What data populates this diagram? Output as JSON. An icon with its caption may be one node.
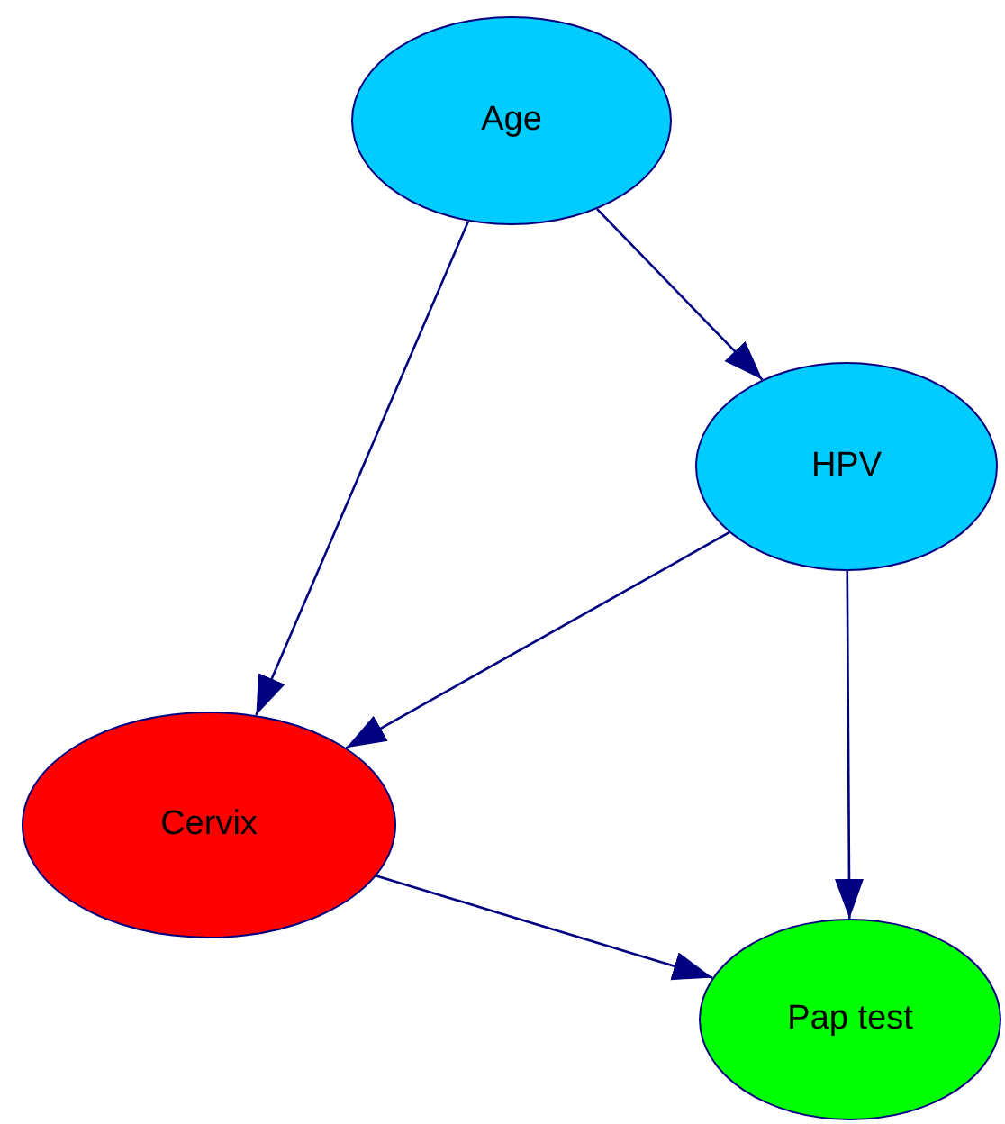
{
  "diagram": {
    "nodes": [
      {
        "text": [
          "Age"
        ]
      },
      {
        "text": [
          "HPV"
        ]
      },
      {
        "text": [
          "Cervix"
        ]
      },
      {
        "text": [
          "Pap test"
        ]
      }
    ],
    "edges": [
      {
        "from": 0,
        "to": 1,
        "arrow": "to"
      },
      {
        "from": 0,
        "to": 2,
        "arrow": "to"
      },
      {
        "from": 1,
        "to": 2,
        "arrow": "to"
      },
      {
        "from": 1,
        "to": 3,
        "arrow": "to"
      },
      {
        "from": 2,
        "to": 3,
        "arrow": "to"
      }
    ]
  }
}
